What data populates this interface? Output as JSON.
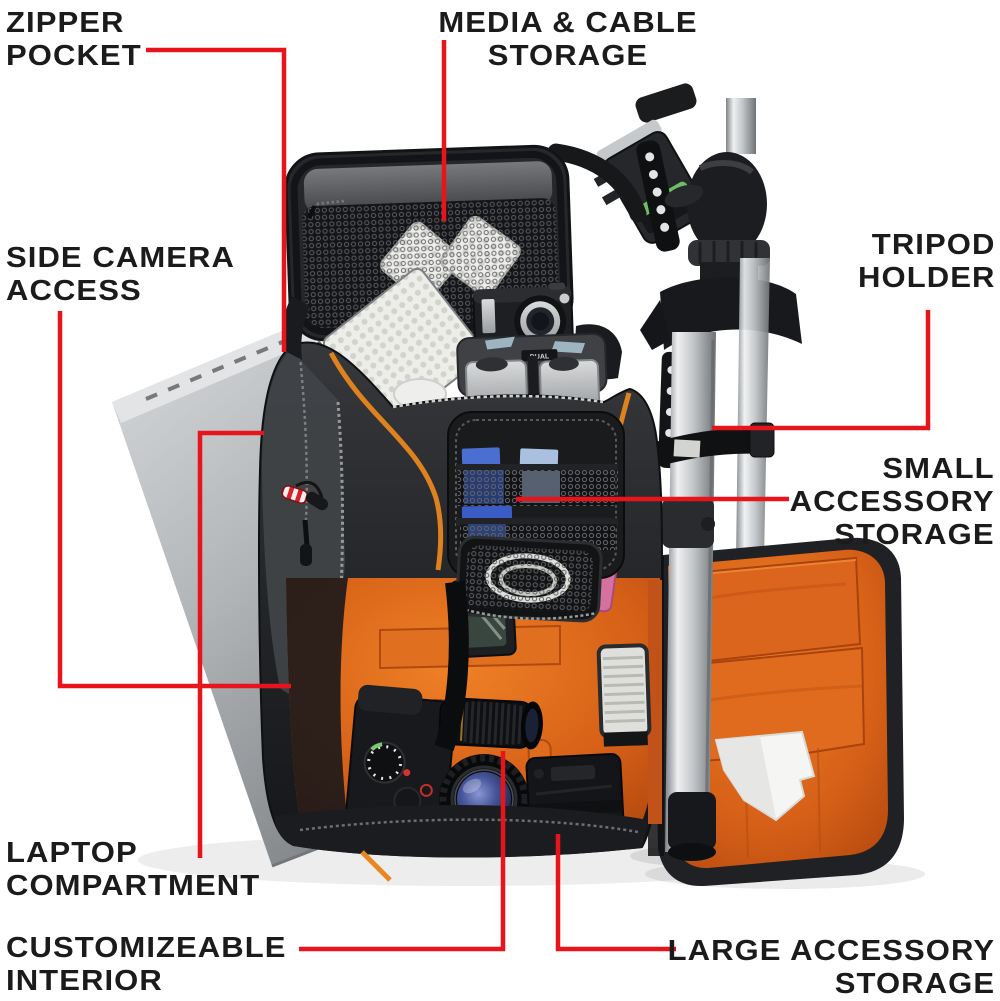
{
  "colors": {
    "accent_red": "#e8141c",
    "label_text": "#1b1b1b",
    "background": "#ffffff",
    "bag_black": "#232528",
    "interior_orange": "#d65f1b",
    "piping_orange": "#e8871f",
    "laptop_silver": "#b6b9bc",
    "tripod_silver": "#c6c9cc"
  },
  "callouts": {
    "zipper_pocket": {
      "label": "ZIPPER\nPOCKET"
    },
    "media_cable": {
      "label": "MEDIA & CABLE STORAGE"
    },
    "side_camera": {
      "label": "SIDE CAMERA\nACCESS"
    },
    "tripod_holder": {
      "label": "TRIPOD\nHOLDER"
    },
    "small_accessory": {
      "label": "SMALL\nACCESSORY\nSTORAGE"
    },
    "laptop_compartment": {
      "label": "LAPTOP\nCOMPARTMENT"
    },
    "customizeable_interior": {
      "label": "CUSTOMIZEABLE\nINTERIOR"
    },
    "large_accessory": {
      "label": "LARGE ACCESSORY\nSTORAGE"
    }
  },
  "scene": {
    "charger_label": "DUAL",
    "objects": [
      "camera backpack",
      "open top media flap with mesh pocket",
      "two dotted battery cases",
      "LED light panel",
      "compact camera",
      "dual battery charger with batteries",
      "front organizer with memory cards",
      "coiled cable mesh pouch",
      "orange padded interior with dividers",
      "DSLR camera with lens",
      "spare lens",
      "flash unit",
      "battery grip",
      "open side flap with orange pockets and cleaning cloth",
      "laptop in side compartment",
      "tripod with strap holder"
    ]
  }
}
